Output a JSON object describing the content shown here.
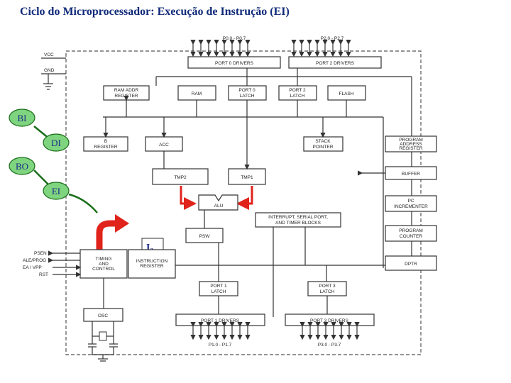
{
  "title": "Ciclo do Microprocessador: Execução de Instrução (EI)",
  "stages": {
    "bi": "BI",
    "di": "DI",
    "bo": "BO",
    "ei": "EI"
  },
  "highlight": {
    "label": "I",
    "subscript": "2"
  },
  "ports": {
    "p0": "P0.0 - P0.7",
    "p2": "P2.0 - P2.7",
    "p1": "P1.0 - P1.7",
    "p3": "P3.0 - P3.7"
  },
  "power": {
    "vcc": "VCC",
    "gnd": "GND"
  },
  "blocks": {
    "port0_drivers": "PORT 0 DRIVERS",
    "port2_drivers": "PORT 2 DRIVERS",
    "ram_addr_1": "RAM ADDR",
    "ram_addr_2": "REGISTER",
    "ram": "RAM",
    "port0_latch_1": "PORT 0",
    "port0_latch_2": "LATCH",
    "port2_latch_1": "PORT 2",
    "port2_latch_2": "LATCH",
    "flash": "FLASH",
    "b_reg_1": "B",
    "b_reg_2": "REGISTER",
    "acc": "ACC",
    "stack_1": "STACK",
    "stack_2": "POINTER",
    "prog_addr_1": "PROGRAM",
    "prog_addr_2": "ADDRESS",
    "prog_addr_3": "REGISTER",
    "tmp2": "TMP2",
    "tmp1": "TMP1",
    "buffer": "BUFFER",
    "alu": "ALU",
    "pc_inc_1": "PC",
    "pc_inc_2": "INCREMENTER",
    "interrupt_1": "INTERRUPT, SERIAL PORT,",
    "interrupt_2": "AND TIMER BLOCKS",
    "psw": "PSW",
    "prog_counter_1": "PROGRAM",
    "prog_counter_2": "COUNTER",
    "timing_1": "TIMING",
    "timing_2": "AND",
    "timing_3": "CONTROL",
    "instr_1": "INSTRUCTION",
    "instr_2": "REGISTER",
    "dptr": "DPTR",
    "port1_latch_1": "PORT 1",
    "port1_latch_2": "LATCH",
    "port3_latch_1": "PORT 3",
    "port3_latch_2": "LATCH",
    "osc": "OSC",
    "port1_drivers": "PORT 1 DRIVERS",
    "port3_drivers": "PORT 3 DRIVERS"
  },
  "control_pins": {
    "psen": "PSEN",
    "ale": "ALE/PROG",
    "ea": "EA / VPP",
    "rst": "RST"
  },
  "colors": {
    "stage_fill": "#7fd47f",
    "arrow_red": "#e0231b",
    "stage_text": "#1b2a8a"
  }
}
